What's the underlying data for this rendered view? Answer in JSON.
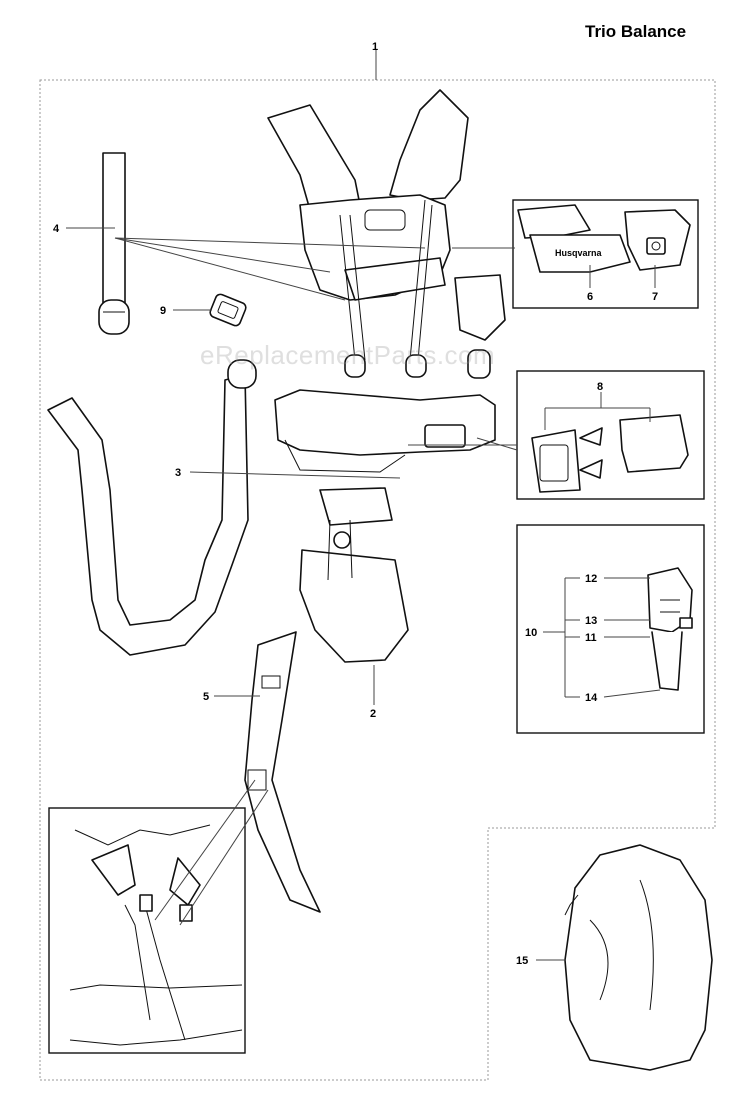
{
  "title": "Trio Balance",
  "watermark": "eReplacementParts.com",
  "brand": "Husqvarna",
  "callouts": {
    "c1": "1",
    "c2": "2",
    "c3": "3",
    "c4": "4",
    "c5": "5",
    "c6": "6",
    "c7": "7",
    "c8": "8",
    "c9": "9",
    "c10": "10",
    "c11": "11",
    "c12": "12",
    "c13": "13",
    "c14": "14",
    "c15": "15"
  }
}
